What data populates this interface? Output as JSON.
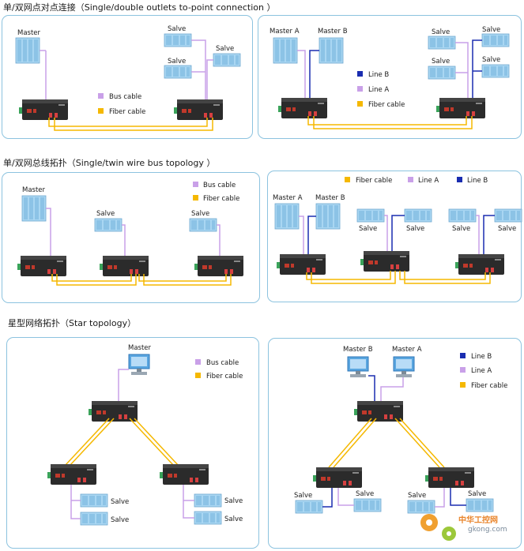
{
  "sections": [
    {
      "title": "单/双网点对点连接（Single/double outlets to-point connection ）"
    },
    {
      "title": "单/双网总线拓扑（Single/twin wire bus topology ）"
    },
    {
      "title": "星型网络拓扑（Star topology）"
    }
  ],
  "colors": {
    "bus_cable": "#c9a0e8",
    "fiber_cable": "#f5b800",
    "line_a": "#c9a0e8",
    "line_b": "#1a2db0",
    "panel_border": "#8cc3df",
    "device_body": "#2b2b2b"
  },
  "legend_labels": {
    "bus_cable": "Bus cable",
    "fiber_cable": "Fiber cable",
    "line_a": "Line A",
    "line_b": "Line B"
  },
  "node_labels": {
    "master": "Master",
    "master_a": "Master A",
    "master_b": "Master B",
    "salve": "Salve"
  },
  "watermark": {
    "brand": "中华工控网",
    "url": "gkong.com"
  }
}
